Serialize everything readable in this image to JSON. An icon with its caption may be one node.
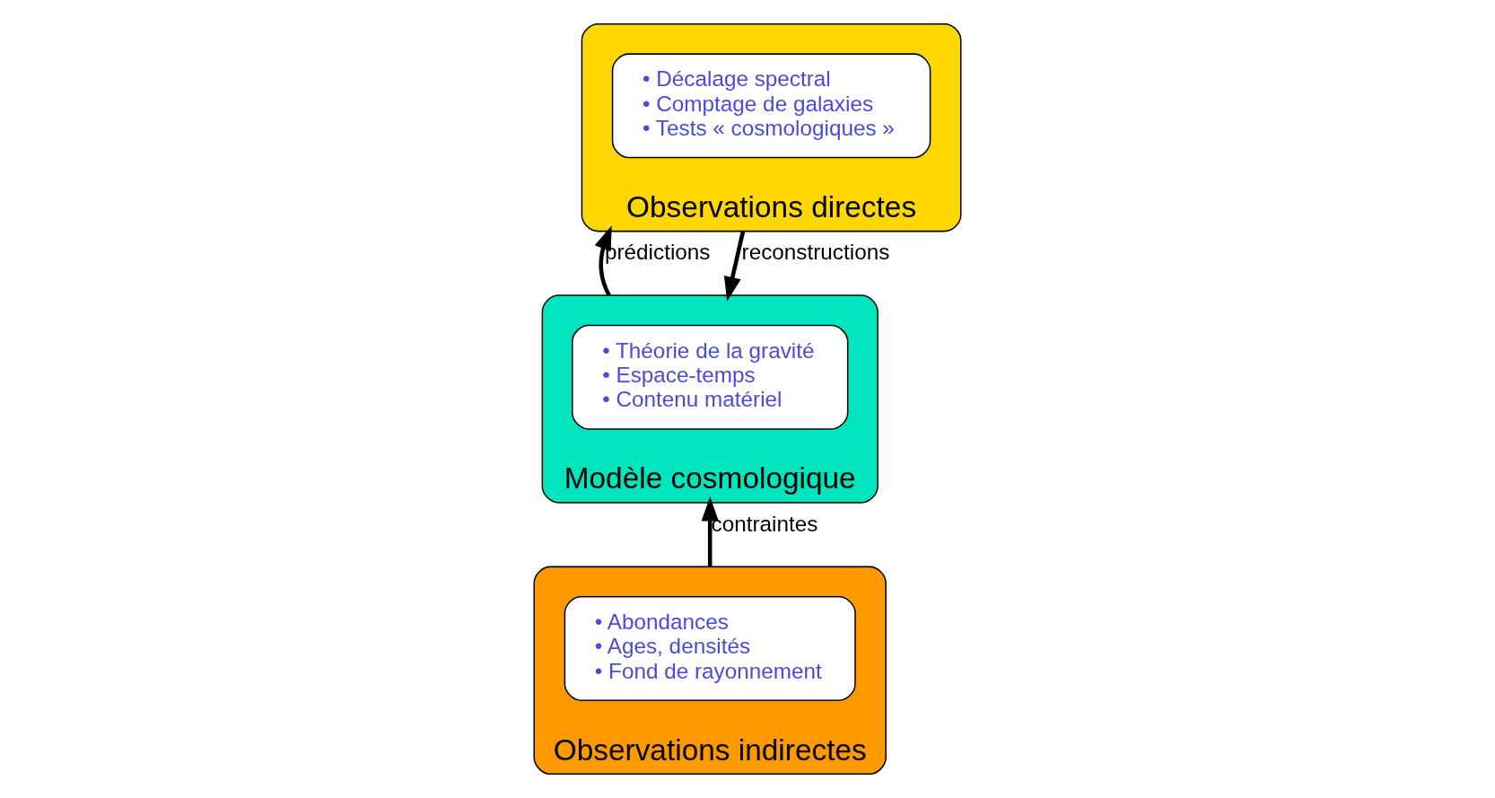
{
  "diagram": {
    "nodes": [
      {
        "text": [
          "Modèle cosmologique"
        ]
      },
      {
        "text": [
          "• Théorie de la gravité",
          "• Espace-temps",
          "• Contenu matériel"
        ],
        "in": 0
      },
      {
        "text": [
          "Observations directes"
        ]
      },
      {
        "text": [
          "• Décalage spectral",
          "• Comptage de galaxies",
          "• Tests « cosmologiques »"
        ],
        "in": 2
      },
      {
        "text": [
          "Observations indirectes"
        ]
      },
      {
        "text": [
          "• Abondances",
          "• Ages, densités",
          "• Fond de rayonnement"
        ],
        "in": 4
      }
    ],
    "edges": [
      {
        "from": 0,
        "to": 2,
        "arrow": "to",
        "label": "prédictions"
      },
      {
        "from": 2,
        "to": 0,
        "arrow": "to",
        "label": "reconstructions"
      },
      {
        "from": 4,
        "to": 0,
        "arrow": "to",
        "label": "contraintes"
      }
    ]
  }
}
